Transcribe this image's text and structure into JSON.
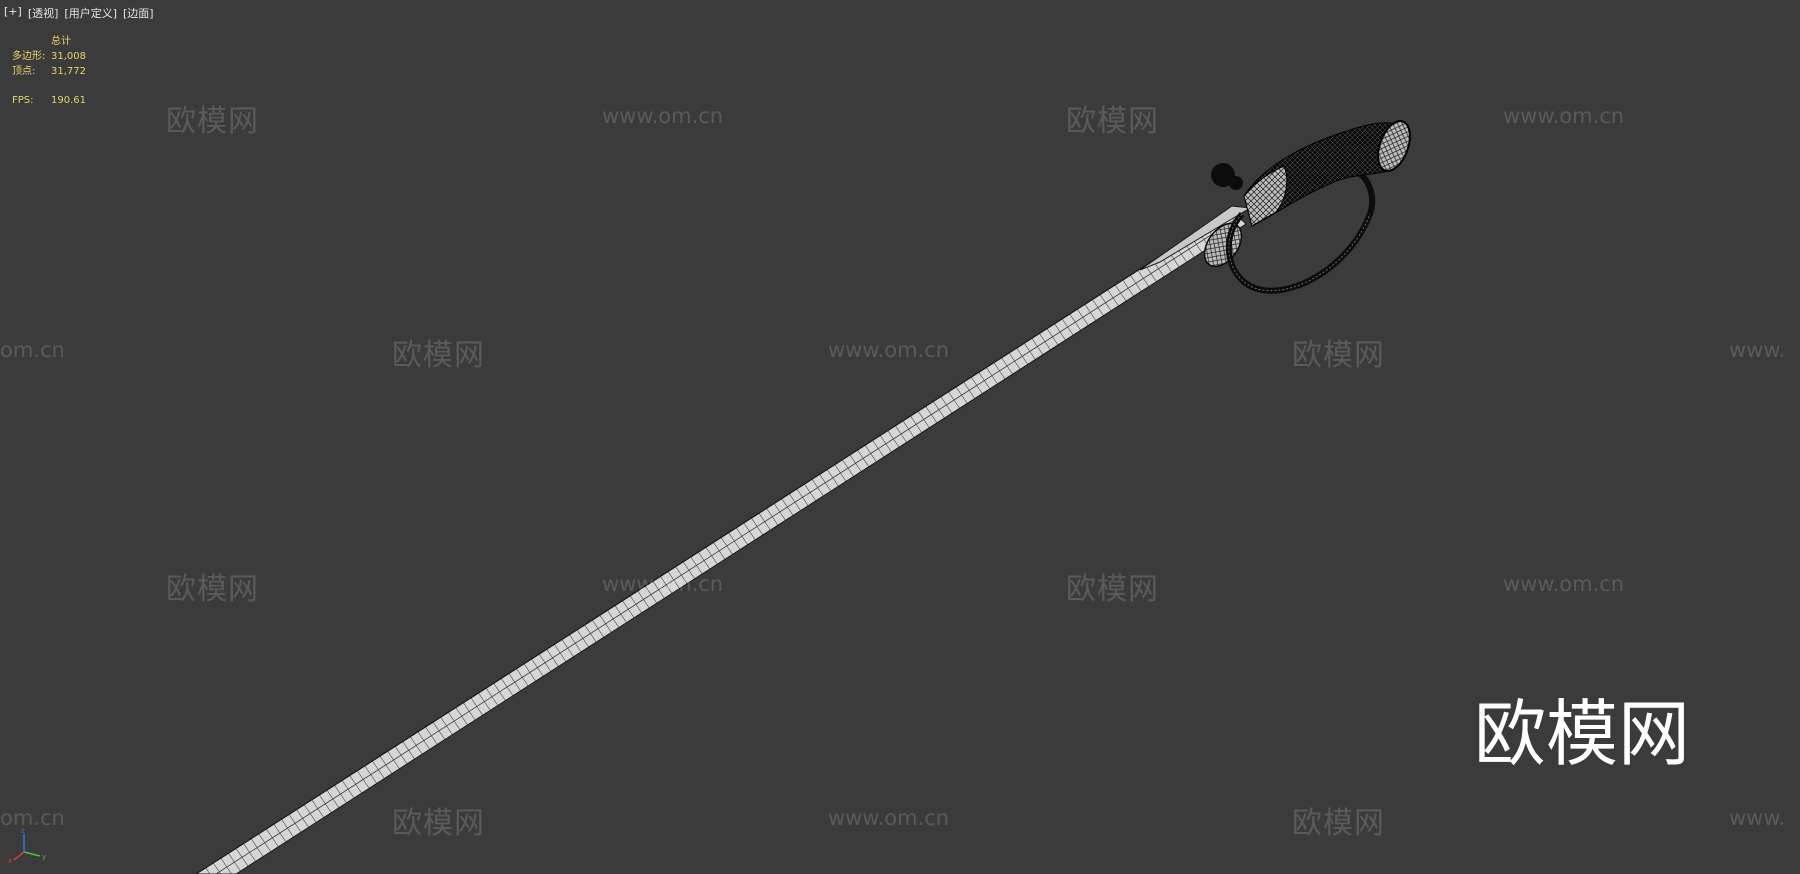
{
  "viewport": {
    "labels": [
      "[+]",
      "[透视]",
      "[用户定义]",
      "[边面]"
    ]
  },
  "stats": {
    "header": "总计",
    "polygons_label": "多边形:",
    "polygons_value": "31,008",
    "vertices_label": "顶点:",
    "vertices_value": "31,772",
    "fps_label": "FPS:",
    "fps_value": "190.61"
  },
  "watermarks": {
    "cn": "欧模网",
    "url": "www.om.cn",
    "url_partial_left": "om.cn",
    "url_partial_right": "www.",
    "big": "欧模网"
  },
  "scene": {
    "object": "sword-wireframe",
    "colors": {
      "background": "#3b3b3b",
      "blade": "#d6d6d6",
      "wire": "#1a1a1a",
      "hilt": "#0c0c0c"
    }
  },
  "gizmo": {
    "axes": [
      "x",
      "y",
      "z"
    ],
    "colors": {
      "x": "#d23c3c",
      "y": "#3cc83c",
      "z": "#3c6ed2"
    }
  }
}
